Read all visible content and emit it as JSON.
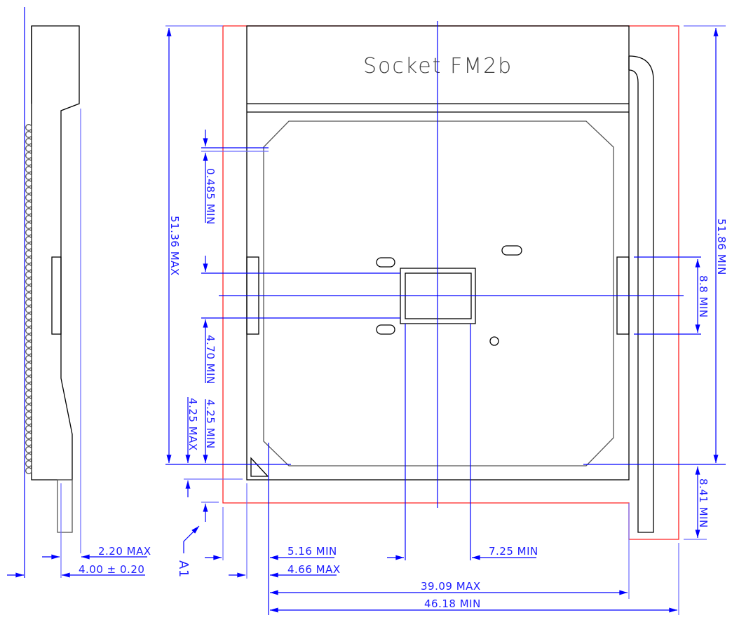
{
  "title": "Socket FM2b",
  "pin_marker": "A1",
  "dimensions": {
    "overall_height_max": "51.36 MAX",
    "overall_height_min": "51.86 MIN",
    "top_keepout": "0.485 MIN",
    "center_offset": "4.70 MIN",
    "bottom_min": "4.25 MIN",
    "bottom_max": "4.25 MAX",
    "tab_height": "8.8 MIN",
    "lever_extension": "8.41 MIN",
    "side_height_max": "2.20 MAX",
    "side_height_tol": "4.00 ± 0.20",
    "left_min": "5.16 MIN",
    "left_max": "4.66 MAX",
    "right_center": "7.25 MIN",
    "width_max": "39.09 MAX",
    "width_min": "46.18 MIN"
  },
  "colors": {
    "dimension": "#0000ff",
    "keepout": "#ff2020",
    "outline": "#000000"
  }
}
